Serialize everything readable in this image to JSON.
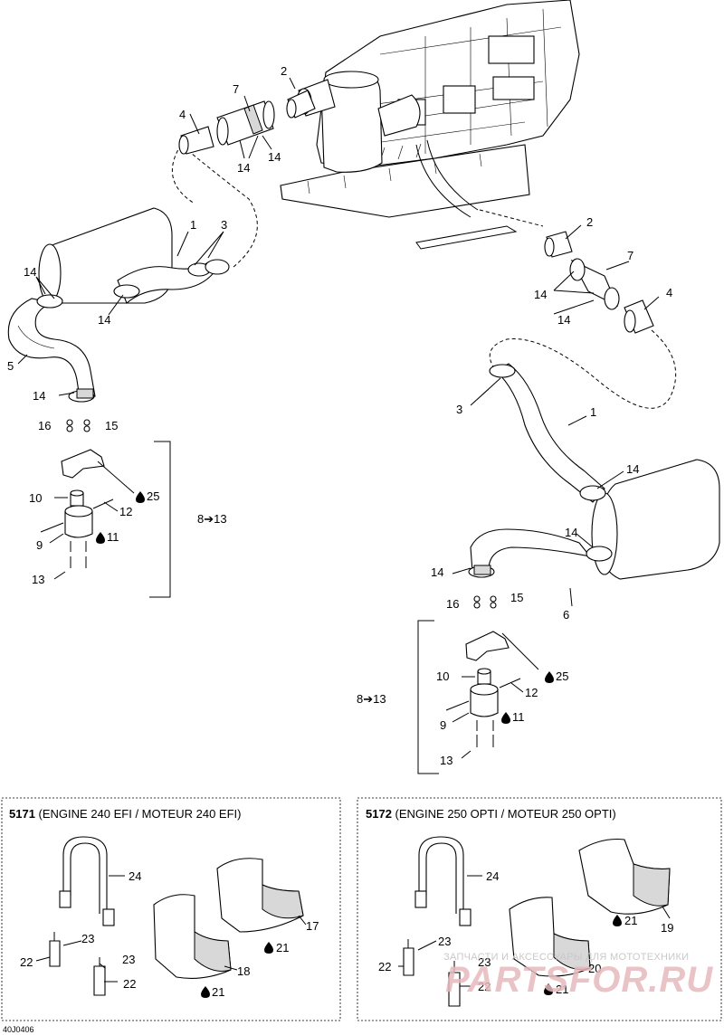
{
  "diagram_code": "40J0406",
  "callouts": {
    "c1a": "1",
    "c2a": "2",
    "c3a": "3",
    "c4a": "4",
    "c5": "5",
    "c7a": "7",
    "c14a": "14",
    "c14b": "14",
    "c14c": "14",
    "c14d": "14",
    "c14e": "14",
    "c14f": "14",
    "c14g": "14",
    "c14h": "14",
    "c14i": "14",
    "c14j": "14",
    "c2b": "2",
    "c7b": "7",
    "c4b": "4",
    "c3b": "3",
    "c1b": "1",
    "c6": "6",
    "c16a": "16",
    "c15a": "15",
    "c16b": "16",
    "c15b": "15",
    "c25a": "25",
    "c25b": "25",
    "c10a": "10",
    "c10b": "10",
    "c12a": "12",
    "c12b": "12",
    "c9a": "9",
    "c9b": "9",
    "c11a": "11",
    "c11b": "11",
    "c13a": "13",
    "c13b": "13",
    "range_a": "8➔13",
    "range_b": "8➔13",
    "c24a": "24",
    "c23a": "23",
    "c23b": "23",
    "c22a": "22",
    "c22b": "22",
    "c17": "17",
    "c21a": "21",
    "c18": "18",
    "c21b": "21",
    "c24b": "24",
    "c23c": "23",
    "c22c": "22",
    "c22d": "22",
    "c23d": "23",
    "c21c": "21",
    "c19": "19",
    "c20": "20",
    "c21d": "21"
  },
  "boxes": {
    "left": {
      "code": "5171",
      "title": " (ENGINE 240 EFI / MOTEUR 240 EFI)"
    },
    "right": {
      "code": "5172",
      "title": " (ENGINE 250 OPTI / MOTEUR 250 OPTI)"
    }
  },
  "watermark": {
    "line1": "ЗАПЧАСТИ И АКСЕССУАРЫ ДЛЯ МОТОТЕХНИКИ",
    "line2": "PARTSFOR.RU"
  }
}
